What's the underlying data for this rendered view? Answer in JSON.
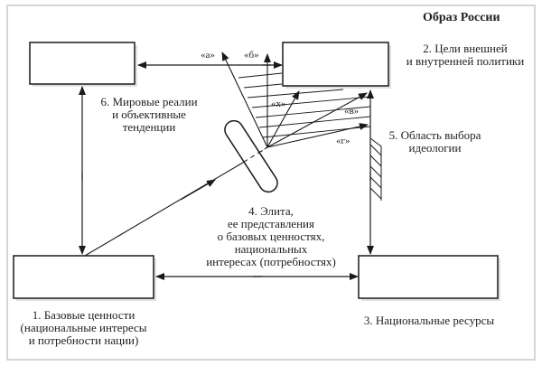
{
  "title": "Образ России",
  "nodes": {
    "world_box": {
      "label_lines": [
        "6. Мировые реалии",
        "и объективные",
        "тенденции"
      ]
    },
    "goals": {
      "label_lines": [
        "2. Цели внешней",
        "и внутренней политики"
      ]
    },
    "values": {
      "label_lines": [
        "1. Базовые ценности",
        "(национальные интересы",
        "и потребности нации)"
      ]
    },
    "resources": {
      "label_lines": [
        "3. Национальные ресурсы"
      ]
    },
    "elite": {
      "label_lines": [
        "4. Элита,",
        "ее представления",
        "о базовых ценностях,",
        "национальных",
        "интересах (потребностях)"
      ]
    },
    "ideology": {
      "label_lines": [
        "5. Область выбора",
        "идеологии"
      ]
    }
  },
  "vector_labels": {
    "a": "«а»",
    "b": "«б»",
    "x": "«х»",
    "v": "«в»",
    "g": "«г»"
  },
  "colors": {
    "line": "#1a1a1a",
    "frame": "#c8c8c8",
    "shadow": "#dcdcdc",
    "background": "#ffffff"
  }
}
